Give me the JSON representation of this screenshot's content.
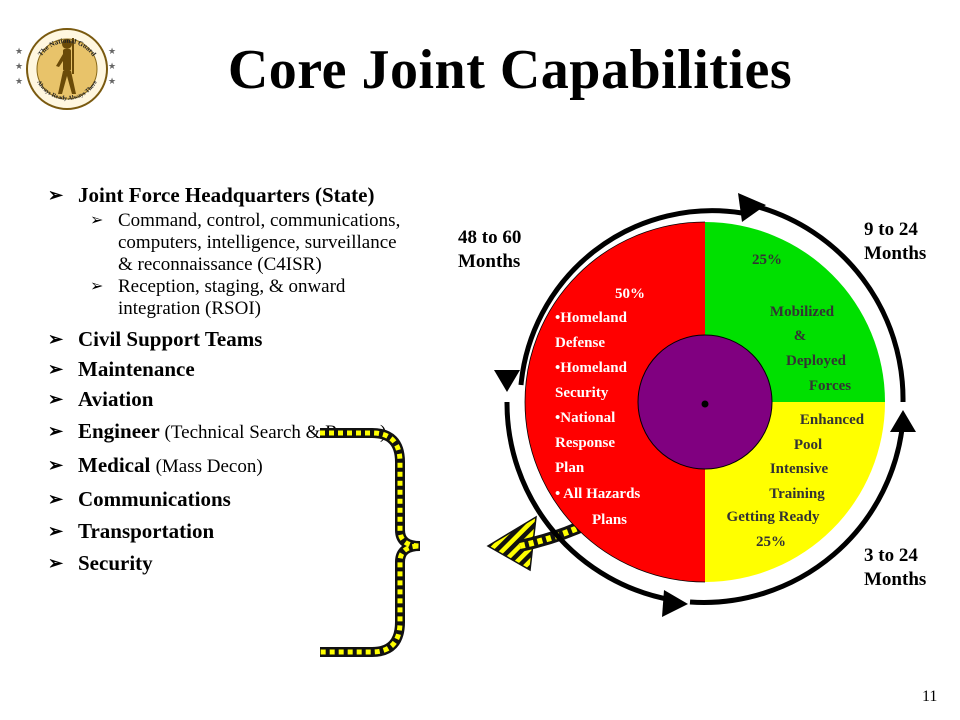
{
  "header": {
    "title": "Core Joint Capabilities"
  },
  "logo": {
    "top_text": "The National Guard",
    "bottom_text": "Always Ready   Always There"
  },
  "capabilities": {
    "jfhq": "Joint Force Headquarters (State)",
    "jfhq_sub": [
      "Command, control, communications, computers, intelligence, surveillance & reconnaissance (C4ISR)",
      "Reception, staging, & onward integration (RSOI)"
    ],
    "cst": "Civil Support Teams",
    "maintenance": "Maintenance",
    "aviation": "Aviation",
    "engineer": "Engineer",
    "engineer_note": "(Technical Search & Rescue)",
    "medical": "Medical",
    "medical_note": "(Mass Decon)",
    "communications": "Communications",
    "transportation": "Transportation",
    "security": "Security"
  },
  "cycle": {
    "red": {
      "percent": "50%",
      "lines": [
        "•Homeland",
        "Defense",
        "•Homeland",
        "Security",
        "•National",
        "Response",
        "Plan",
        "• All Hazards",
        "Plans"
      ],
      "color": "#ff0000"
    },
    "green": {
      "percent": "25%",
      "lines": [
        "Mobilized",
        "&",
        "Deployed",
        "Forces"
      ],
      "color": "#00e000"
    },
    "yellow": {
      "lines": [
        "Enhanced",
        "Pool",
        "Intensive",
        "Training",
        "Getting Ready"
      ],
      "percent": "25%",
      "color": "#ffff00"
    },
    "center_color": "#800080"
  },
  "periods": {
    "top_left": [
      "48 to 60",
      "Months"
    ],
    "top_right": [
      "9 to 24",
      "Months"
    ],
    "bottom_right": [
      "3 to 24",
      "Months"
    ]
  },
  "footer": {
    "page_number": "11"
  }
}
